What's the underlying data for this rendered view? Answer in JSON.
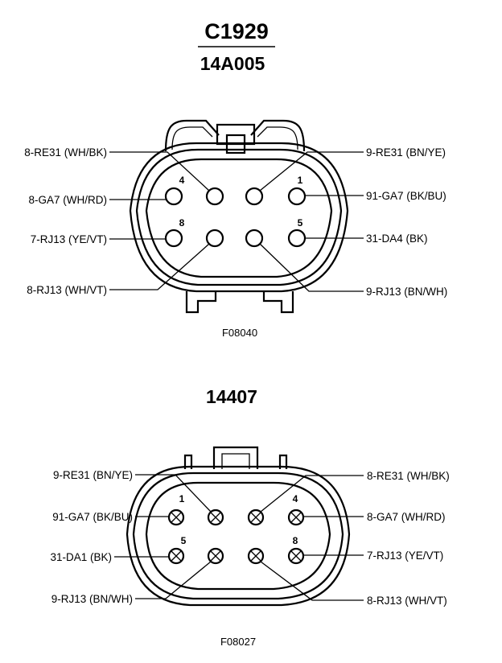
{
  "connector_a": {
    "title": "C1929",
    "subtitle": "14A005",
    "figure_id": "F08040",
    "pin_numbers": [
      "4",
      "1",
      "8",
      "5"
    ],
    "labels_left": [
      "8-RE31 (WH/BK)",
      "8-GA7 (WH/RD)",
      "7-RJ13 (YE/VT)",
      "8-RJ13 (WH/VT)"
    ],
    "labels_right": [
      "9-RE31 (BN/YE)",
      "91-GA7 (BK/BU)",
      "31-DA4 (BK)",
      "9-RJ13 (BN/WH)"
    ]
  },
  "connector_b": {
    "title": "14407",
    "figure_id": "F08027",
    "pin_numbers": [
      "1",
      "4",
      "5",
      "8"
    ],
    "labels_left": [
      "9-RE31 (BN/YE)",
      "91-GA7 (BK/BU)",
      "31-DA1 (BK)",
      "9-RJ13 (BN/WH)"
    ],
    "labels_right": [
      "8-RE31 (WH/BK)",
      "8-GA7 (WH/RD)",
      "7-RJ13 (YE/VT)",
      "8-RJ13 (WH/VT)"
    ]
  }
}
